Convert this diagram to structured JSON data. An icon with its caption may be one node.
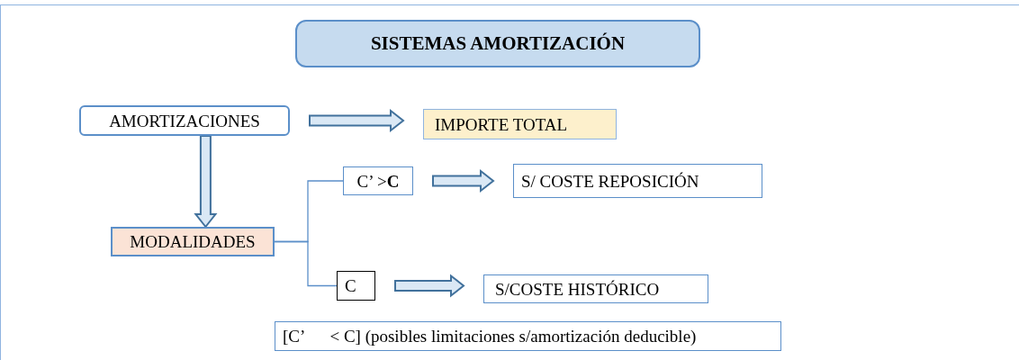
{
  "diagram": {
    "nodes": [
      {
        "text": [
          "SISTEMAS AMORTIZACIÓN"
        ]
      },
      {
        "text": [
          "AMORTIZACIONES"
        ]
      },
      {
        "text": [
          "IMPORTE TOTAL"
        ]
      },
      {
        "text": [
          "C’ >**C**"
        ]
      },
      {
        "text": [
          "S/ COSTE REPOSICIÓN"
        ]
      },
      {
        "text": [
          "MODALIDADES"
        ]
      },
      {
        "text": [
          "C"
        ]
      },
      {
        "text": [
          "S/COSTE HISTÓRICO"
        ]
      },
      {
        "text": [
          "[C’      < C] (posibles limitaciones s/amortización deducible)"
        ]
      }
    ],
    "edges": [
      {
        "from": 1,
        "to": 2,
        "arrow": "to",
        "style": "thick"
      },
      {
        "from": 1,
        "to": 5,
        "arrow": "to",
        "style": "thick"
      },
      {
        "from": 5,
        "to": 3,
        "arrow": "none"
      },
      {
        "from": 5,
        "to": 6,
        "arrow": "none"
      },
      {
        "from": 3,
        "to": 4,
        "arrow": "to",
        "style": "thick"
      },
      {
        "from": 6,
        "to": 7,
        "arrow": "to",
        "style": "thick"
      }
    ]
  }
}
